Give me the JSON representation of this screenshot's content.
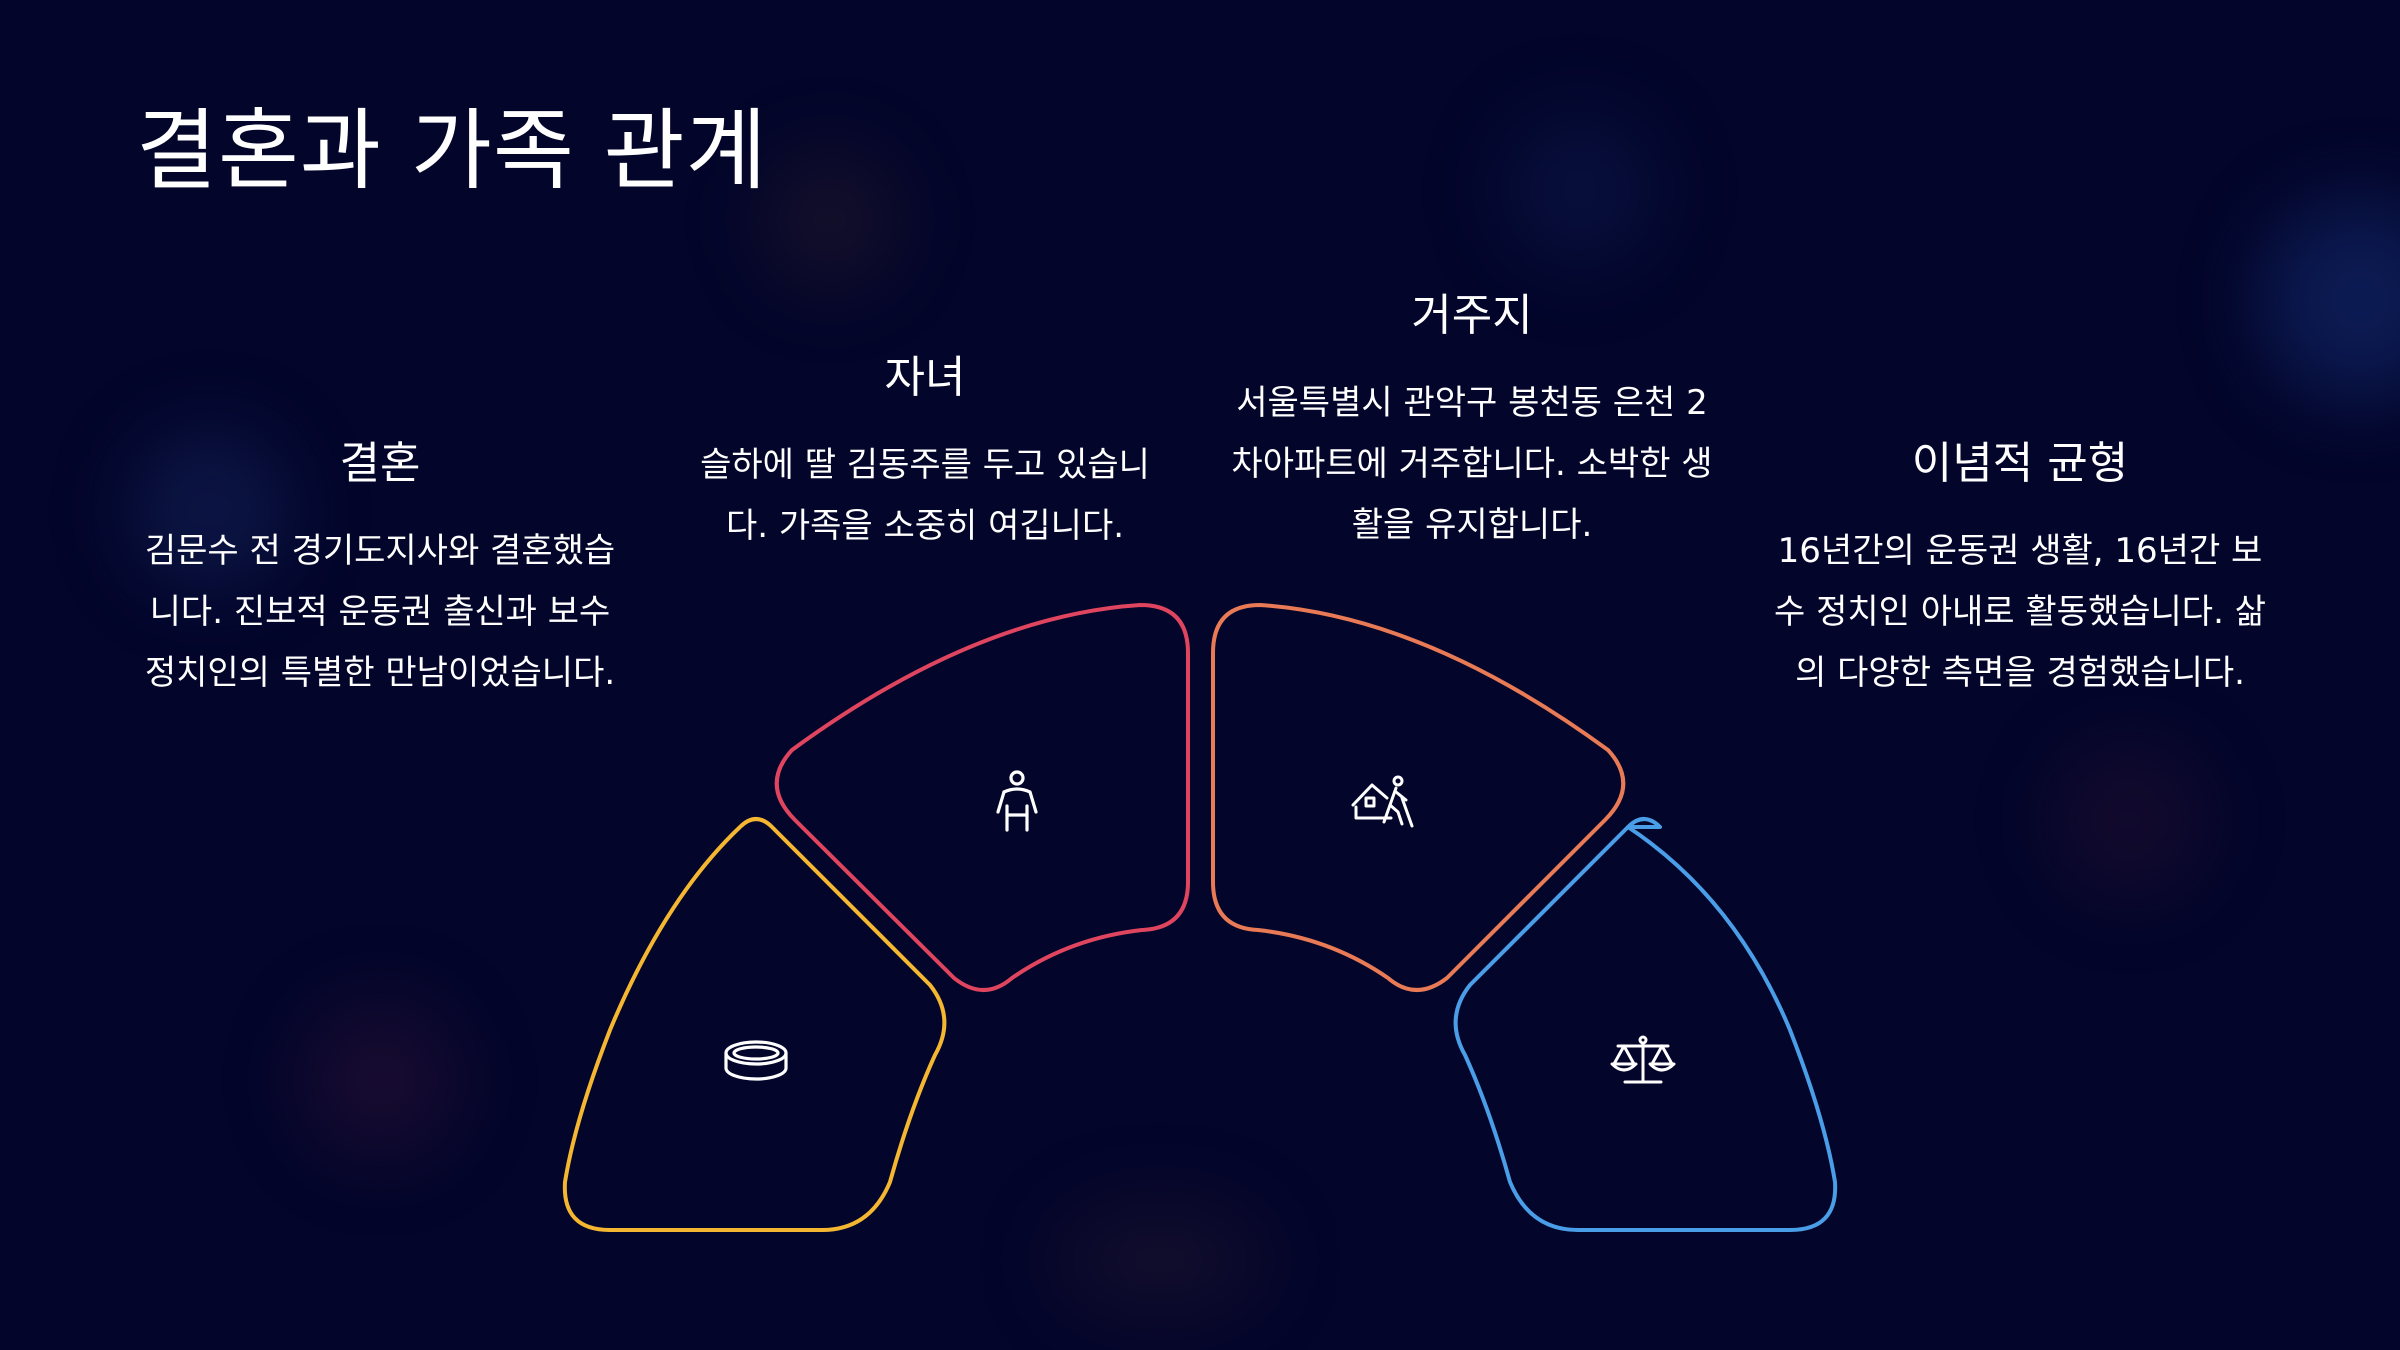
{
  "slide": {
    "title": "결혼과 가족 관계"
  },
  "items": [
    {
      "heading": "결혼",
      "text": "김문수 전 경기도지사와 결혼했습니다. 진보적 운동권 출신과 보수 정치인의 특별한 만남이었습니다.",
      "color": "#f5b731",
      "icon": "ring-icon"
    },
    {
      "heading": "자녀",
      "text": "슬하에 딸 김동주를 두고 있습니다. 가족을 소중히 여깁니다.",
      "color": "#e0455f",
      "icon": "child-icon"
    },
    {
      "heading": "거주지",
      "text": "서울특별시 관악구 봉천동 은천 2차아파트에 거주합니다. 소박한 생활을 유지합니다.",
      "color": "#e87a55",
      "icon": "home-walking-icon"
    },
    {
      "heading": "이념적 균형",
      "text": "16년간의 운동권 생활, 16년간 보수 정치인 아내로 활동했습니다. 삶의 다양한 측면을 경험했습니다.",
      "color": "#4a9ee8",
      "icon": "scales-icon"
    }
  ],
  "theme": {
    "background": "#03052a",
    "text": "#ffffff"
  }
}
